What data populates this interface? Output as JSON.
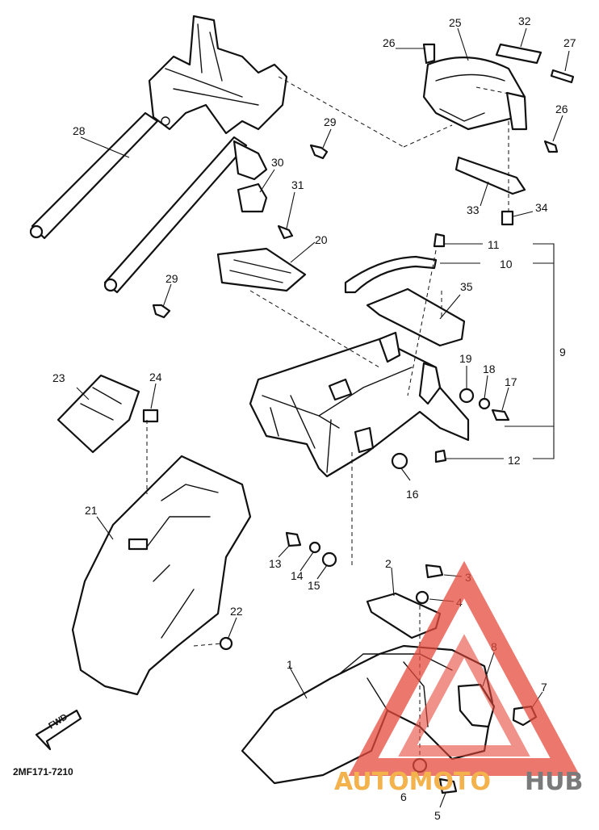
{
  "diagram_code": "2MF171-7210",
  "fwd_label": "FWD",
  "watermark": {
    "text_auto": "AUTOMOTO",
    "text_hub": "HUB",
    "color_triangle": "#e64a3c",
    "color_auto": "#f4b24c",
    "color_hub": "#7a7a7a"
  },
  "callouts": {
    "c1": "1",
    "c2": "2",
    "c3": "3",
    "c4": "4",
    "c5": "5",
    "c6": "6",
    "c7": "7",
    "c8": "8",
    "c9": "9",
    "c10": "10",
    "c11": "11",
    "c12": "12",
    "c13": "13",
    "c14": "14",
    "c15": "15",
    "c16": "16",
    "c17": "17",
    "c18": "18",
    "c19": "19",
    "c20": "20",
    "c21": "21",
    "c22": "22",
    "c23": "23",
    "c24": "24",
    "c25": "25",
    "c26a": "26",
    "c26b": "26",
    "c27": "27",
    "c28": "28",
    "c29a": "29",
    "c29b": "29",
    "c30": "30",
    "c31": "31",
    "c32": "32",
    "c33": "33",
    "c34": "34",
    "c35": "35"
  }
}
